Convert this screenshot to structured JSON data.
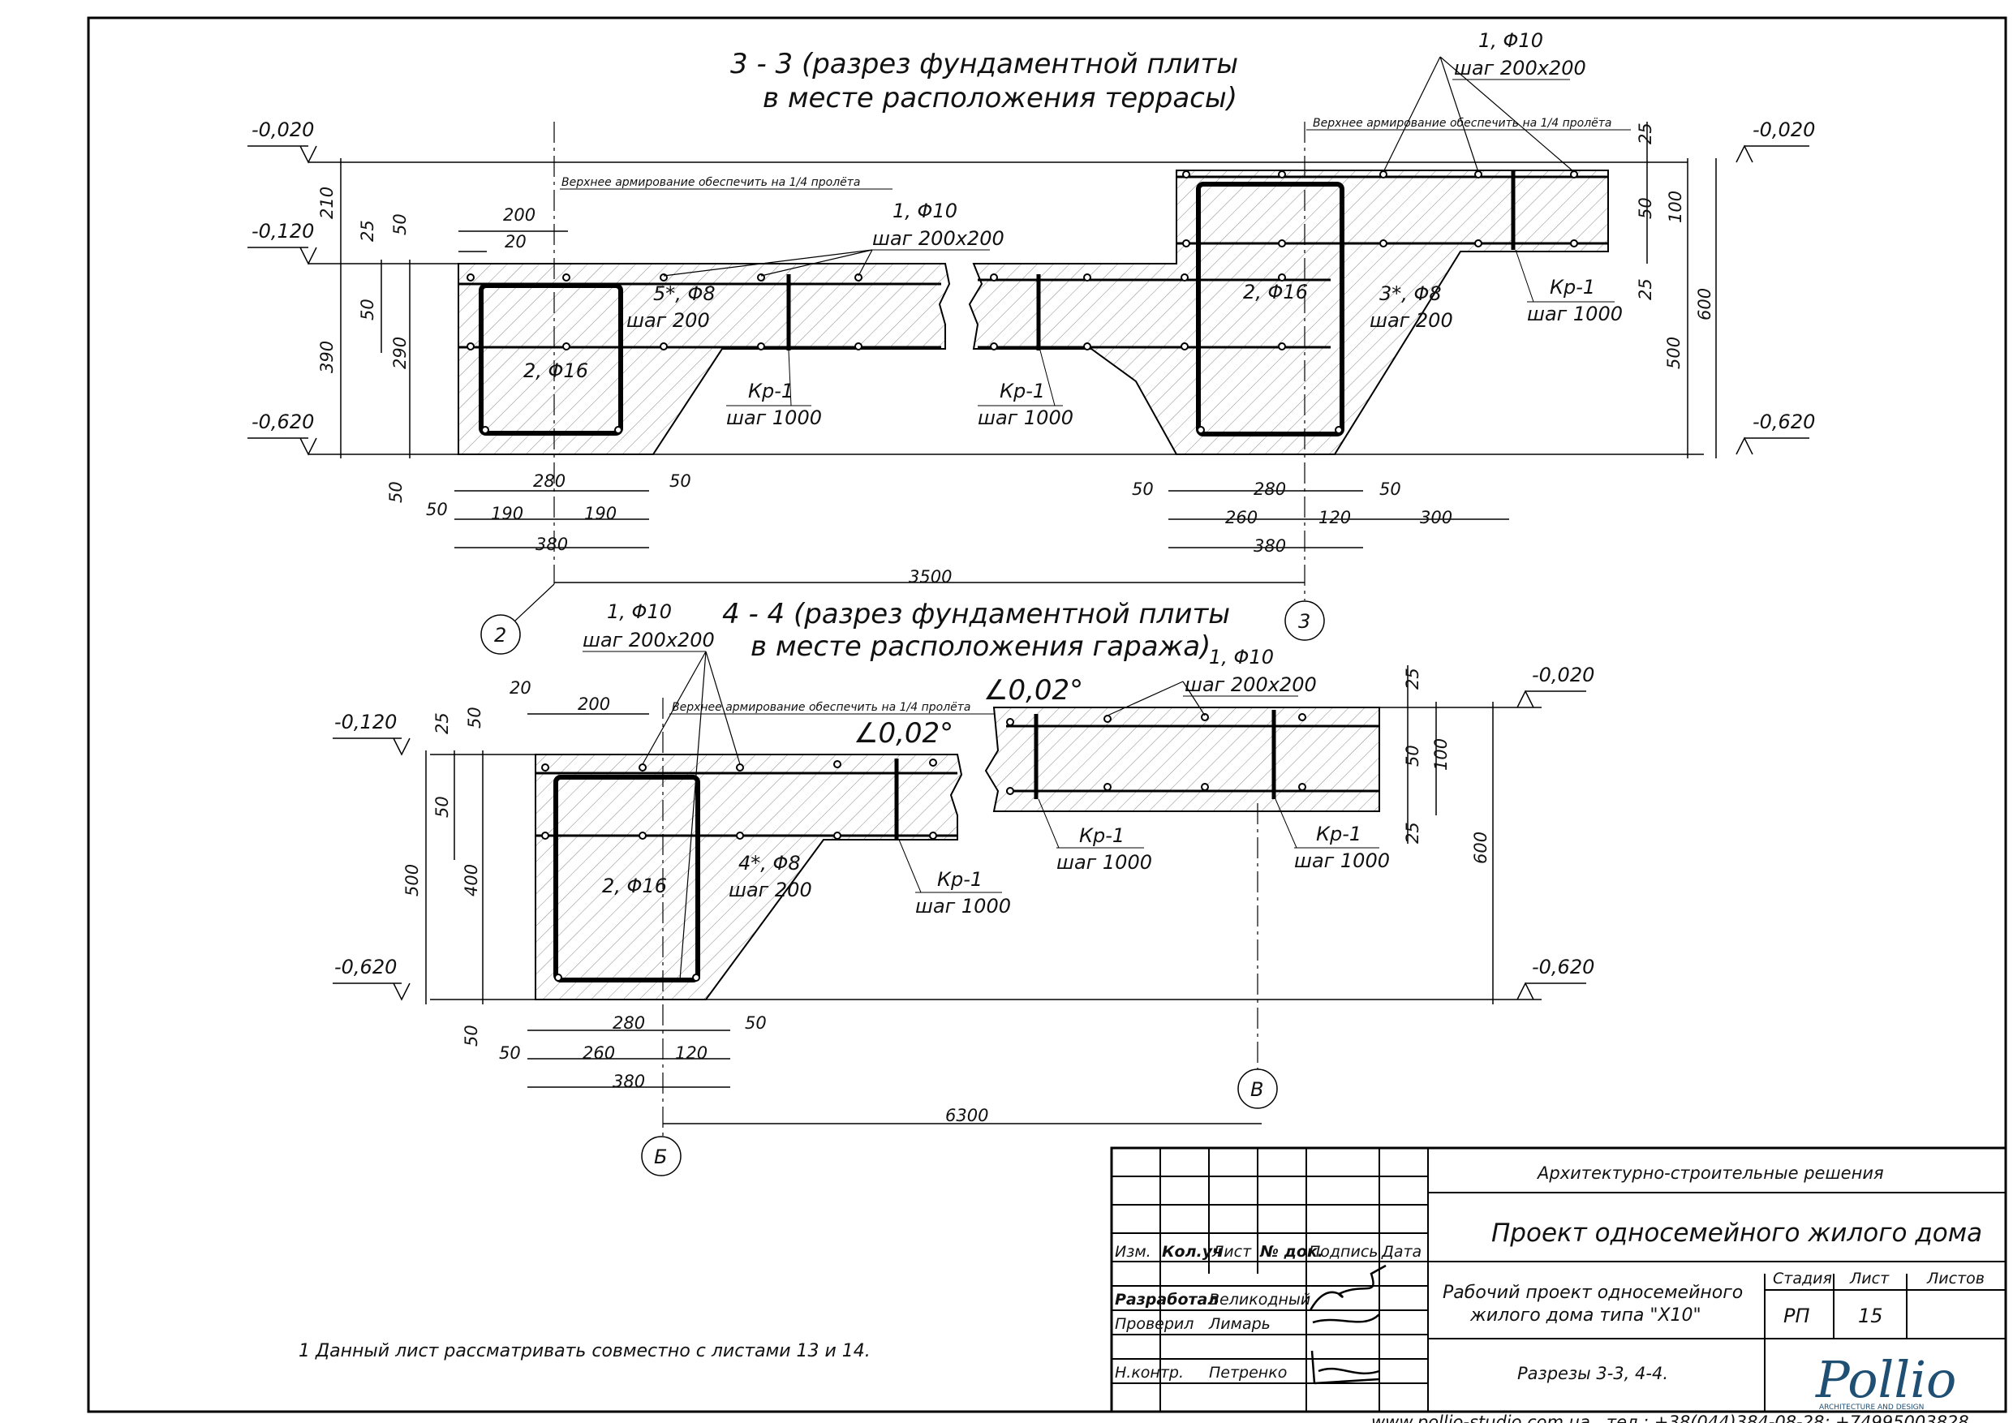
{
  "section33": {
    "title1": "3 - 3 (разрез фундаментной плиты",
    "title2": "в месте расположения террасы)",
    "levels": {
      "l1": "-0,020",
      "l2": "-0,120",
      "l3": "-0,620",
      "r1": "-0,020",
      "r2": "-0,620"
    },
    "note_top_left": "Верхнее армирование обеспечить на  1/4 пролёта",
    "note_top_right": "Верхнее армирование обеспечить на  1/4 пролёта",
    "rebar_1_a": "1, Φ10",
    "rebar_1_b": "шаг 200х200",
    "rebar_1r_a": "1, Φ10",
    "rebar_1r_b": "шаг 200х200",
    "rebar_5_a": "5*, Φ8",
    "rebar_5_b": "шаг 200",
    "rebar_3_a": "3*, Φ8",
    "rebar_3_b": "шаг 200",
    "rebar_2l": "2, Φ16",
    "rebar_2r": "2, Φ16",
    "kr1_a": "Кр-1",
    "kr1_b": "шаг 1000",
    "kr2_a": "Кр-1",
    "kr2_b": "шаг 1000",
    "kr3_a": "Кр-1",
    "kr3_b": "шаг 1000",
    "dims": {
      "d210": "210",
      "d390": "390",
      "d25": "25",
      "d50a": "50",
      "d50b": "50",
      "d290": "290",
      "d200": "200",
      "d20": "20",
      "d50c": "50",
      "d50d": "50",
      "d280": "280",
      "d50e": "50",
      "d190a": "190",
      "d190b": "190",
      "d380": "380",
      "d3500": "3500",
      "r25a": "25",
      "r50": "50",
      "r25b": "25",
      "r100": "100",
      "r600": "600",
      "r500": "500",
      "r50a": "50",
      "r280": "280",
      "r50b": "50",
      "r260": "260",
      "r120": "120",
      "r300": "300",
      "r380": "380"
    },
    "axis_2": "2",
    "axis_3": "3"
  },
  "section44": {
    "title1": "4 - 4 (разрез фундаментной плиты",
    "title2": "в месте расположения гаража)",
    "levels": {
      "l1": "-0,120",
      "l2": "-0,620",
      "r1": "-0,020",
      "r2": "-0,620"
    },
    "note_top": "Верхнее армирование обеспечить на  1/4 пролёта",
    "angle1": "∠0,02°",
    "angle2": "∠0,02°",
    "rebar_1_a": "1, Φ10",
    "rebar_1_b": "шаг 200х200",
    "rebar_1r_a": "1, Φ10",
    "rebar_1r_b": "шаг 200х200",
    "rebar_4_a": "4*, Φ8",
    "rebar_4_b": "шаг 200",
    "rebar_2": "2, Φ16",
    "kr1_a": "Кр-1",
    "kr1_b": "шаг 1000",
    "kr2_a": "Кр-1",
    "kr2_b": "шаг 1000",
    "kr3_a": "Кр-1",
    "kr3_b": "шаг 1000",
    "dims": {
      "d20": "20",
      "d200": "200",
      "d25": "25",
      "d50a": "50",
      "d50b": "50",
      "d500": "500",
      "d400": "400",
      "d50c": "50",
      "d50d": "50",
      "d280": "280",
      "d50e": "50",
      "d260": "260",
      "d120": "120",
      "d380": "380",
      "d6300": "6300",
      "r25a": "25",
      "r50": "50",
      "r100": "100",
      "r25b": "25",
      "r600": "600"
    },
    "axis_b": "Б",
    "axis_v": "В"
  },
  "note": "1 Данный лист рассматривать совместно с листами 13 и 14.",
  "title_block": {
    "discipline": "Архитектурно-строительные решения",
    "project": "Проект односемейного жилого дома",
    "doc_1": "Рабочий проект односемейного",
    "doc_2": "жилого дома типа \"Х10\"",
    "sheet_title": "Разрезы 3-3, 4-4.",
    "h_izm": "Изм.",
    "h_kol": "Кол.уч",
    "h_list": "Лист",
    "h_ndoc": "№ док.",
    "h_podp": "Подпись",
    "h_data": "Дата",
    "r1_role": "Разработал",
    "r1_name": "Великодный",
    "r2_role": "Проверил",
    "r2_name": "Лимарь",
    "r3_role": "Н.контр.",
    "r3_name": "Петренко",
    "h_stage": "Стадия",
    "h_sheet": "Лист",
    "h_sheets": "Листов",
    "stage": "РП",
    "sheet": "15",
    "sheets": "",
    "logo": "Pollio",
    "logo_sub": "ARCHITECTURE AND DESIGN"
  },
  "footer": "www.pollio-studio.com.ua , тел.: +38(044)384-08-28; +74995003828"
}
